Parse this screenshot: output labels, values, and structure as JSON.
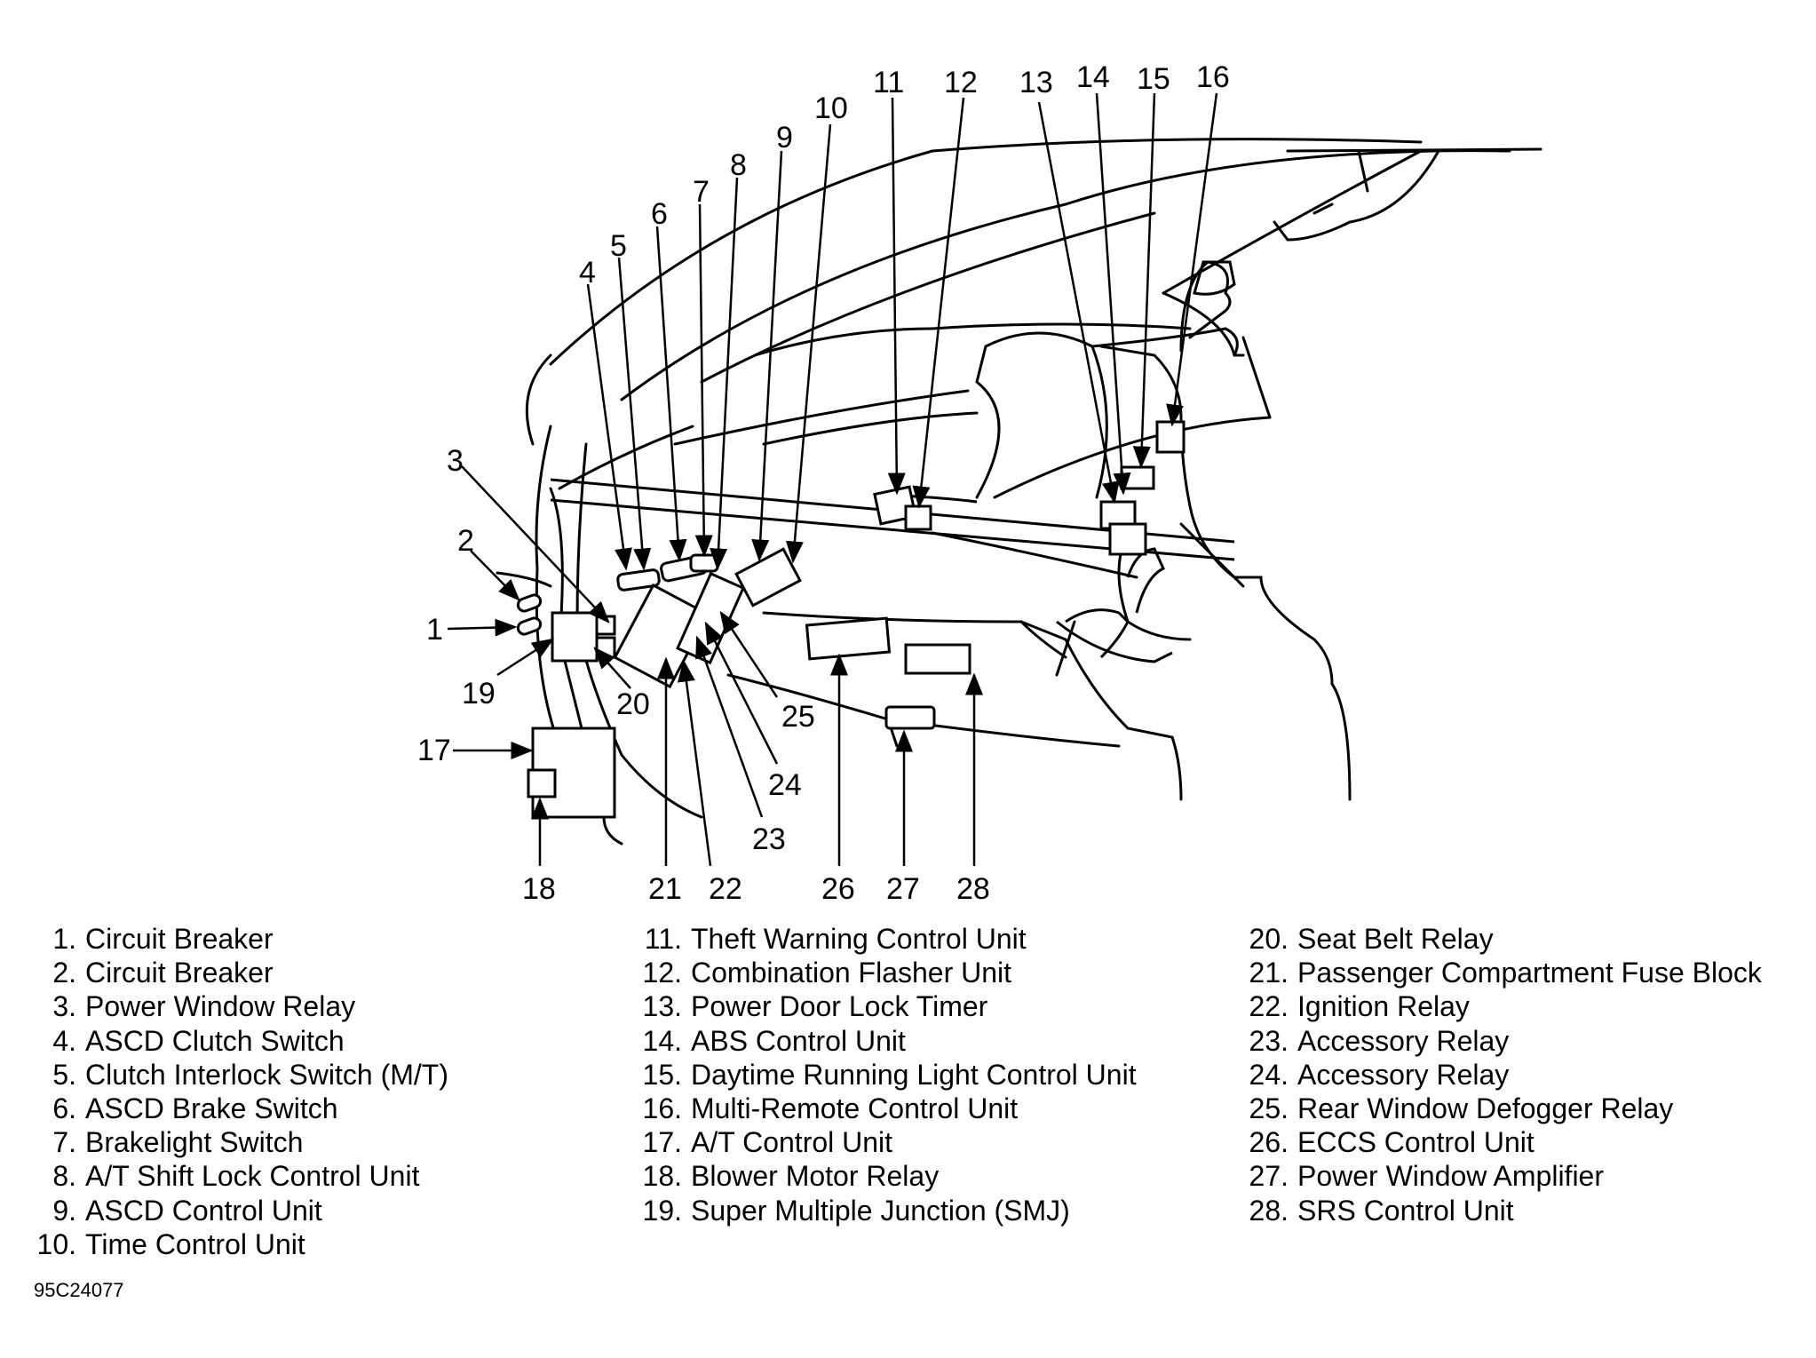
{
  "figure_code": "95C24077",
  "components": [
    {
      "num": "1",
      "name": "Circuit Breaker"
    },
    {
      "num": "2",
      "name": "Circuit Breaker"
    },
    {
      "num": "3",
      "name": "Power Window Relay"
    },
    {
      "num": "4",
      "name": "ASCD Clutch Switch"
    },
    {
      "num": "5",
      "name": "Clutch Interlock Switch (M/T)"
    },
    {
      "num": "6",
      "name": "ASCD Brake Switch"
    },
    {
      "num": "7",
      "name": "Brakelight Switch"
    },
    {
      "num": "8",
      "name": "A/T Shift Lock Control Unit"
    },
    {
      "num": "9",
      "name": "ASCD Control Unit"
    },
    {
      "num": "10",
      "name": "Time Control Unit"
    },
    {
      "num": "11",
      "name": "Theft Warning Control Unit"
    },
    {
      "num": "12",
      "name": "Combination Flasher Unit"
    },
    {
      "num": "13",
      "name": "Power Door Lock Timer"
    },
    {
      "num": "14",
      "name": "ABS Control Unit"
    },
    {
      "num": "15",
      "name": "Daytime Running Light Control Unit"
    },
    {
      "num": "16",
      "name": "Multi-Remote Control Unit"
    },
    {
      "num": "17",
      "name": "A/T Control Unit"
    },
    {
      "num": "18",
      "name": "Blower Motor Relay"
    },
    {
      "num": "19",
      "name": "Super Multiple Junction (SMJ)"
    },
    {
      "num": "20",
      "name": "Seat Belt Relay"
    },
    {
      "num": "21",
      "name": "Passenger Compartment Fuse Block"
    },
    {
      "num": "22",
      "name": "Ignition Relay"
    },
    {
      "num": "23",
      "name": "Accessory Relay"
    },
    {
      "num": "24",
      "name": "Accessory Relay"
    },
    {
      "num": "25",
      "name": "Rear Window Defogger Relay"
    },
    {
      "num": "26",
      "name": "ECCS Control Unit"
    },
    {
      "num": "27",
      "name": "Power Window Amplifier"
    },
    {
      "num": "28",
      "name": "SRS Control Unit"
    }
  ]
}
